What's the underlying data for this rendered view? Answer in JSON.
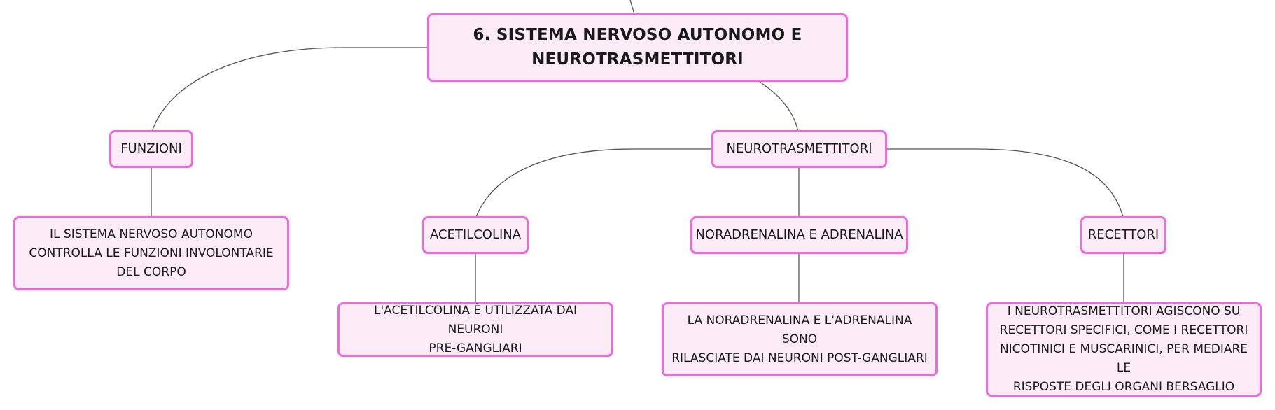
{
  "nodes": {
    "root": "6. SISTEMA NERVOSO AUTONOMO E\nNEUROTRASMETTITORI",
    "funzioni": "FUNZIONI",
    "funzioni_desc": "IL SISTEMA NERVOSO AUTONOMO\nCONTROLLA LE FUNZIONI INVOLONTARIE\nDEL CORPO",
    "neurotrasmettitori": "NEUROTRASMETTITORI",
    "acetilcolina": "ACETILCOLINA",
    "acetilcolina_desc": "L'ACETILCOLINA È UTILIZZATA DAI NEURONI\nPRE-GANGLIARI",
    "noradrenalina": "NORADRENALINA E ADRENALINA",
    "noradrenalina_desc": "LA NORADRENALINA E L'ADRENALINA SONO\nRILASCIATE DAI NEURONI POST-GANGLIARI",
    "recettori": "RECETTORI",
    "recettori_desc": "I NEUROTRASMETTITORI AGISCONO SU\nRECETTORI SPECIFICI, COME I RECETTORI\nNICOTINICI E MUSCARINICI, PER MEDIARE LE\nRISPOSTE DEGLI ORGANI BERSAGLIO"
  },
  "colors": {
    "node_fill": "#fdecf8",
    "node_border": "#e46fd6",
    "connector": "#555555"
  }
}
